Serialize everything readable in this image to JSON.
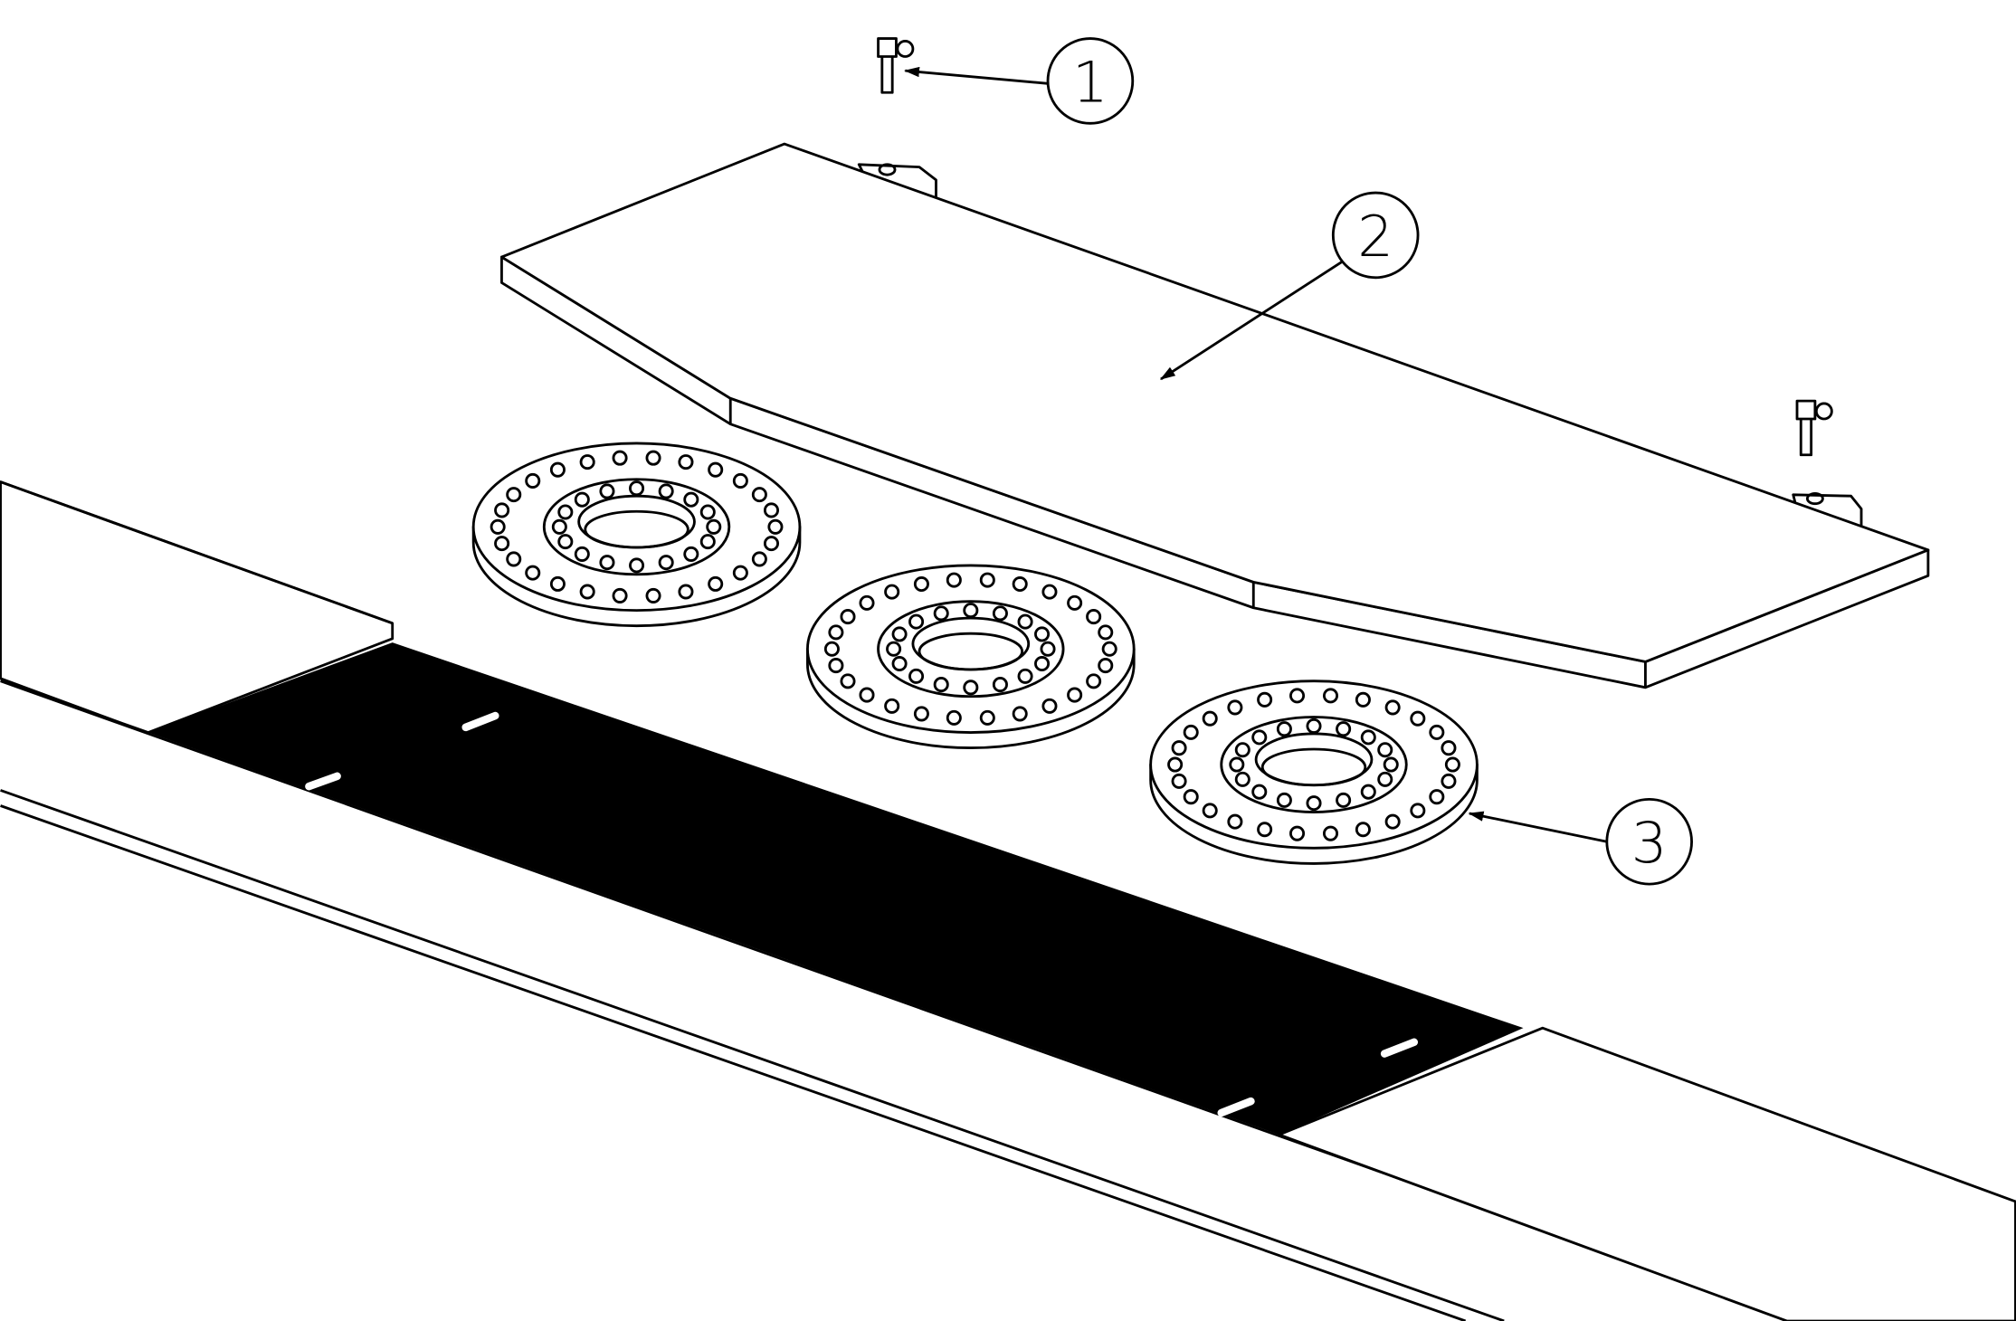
{
  "drawing": {
    "type": "exploded isometric assembly",
    "callouts": [
      {
        "label": "1",
        "part": "pin"
      },
      {
        "label": "2",
        "part": "cover-plate"
      },
      {
        "label": "3",
        "part": "perforated-ring"
      }
    ],
    "ring_count": 3,
    "pin_count": 2,
    "colors": {
      "line": "#000000",
      "background": "#ffffff",
      "recess": "#000000"
    }
  }
}
